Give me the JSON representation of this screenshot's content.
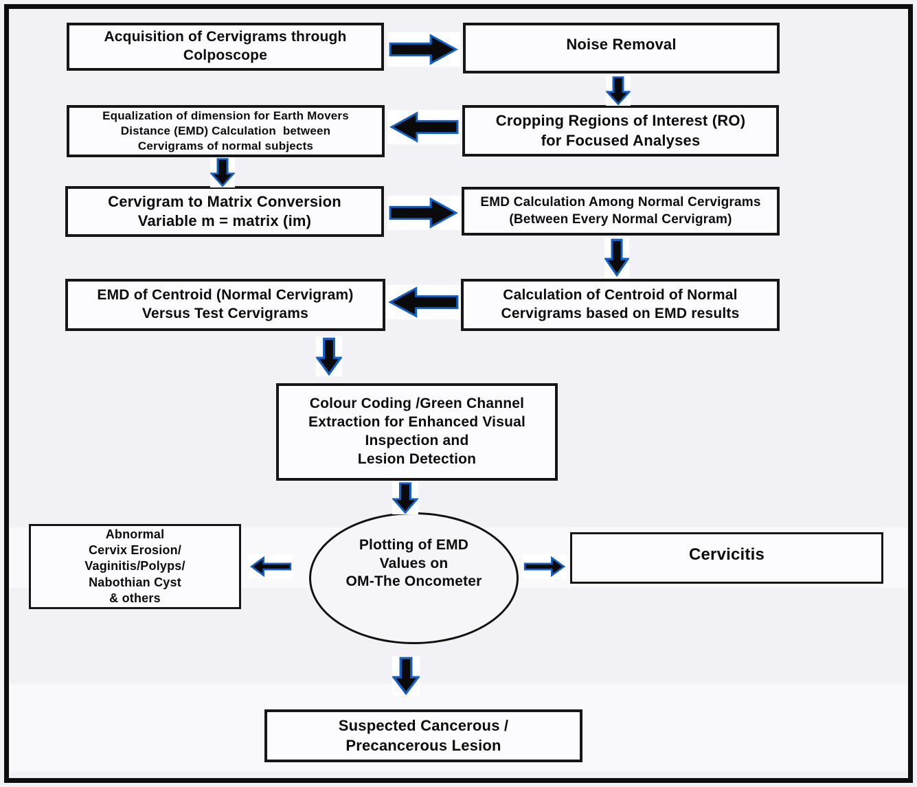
{
  "diagram": {
    "title": "Cervigram EMD analysis flowchart",
    "background_color": "#f2f1f5",
    "box_fill_color": "#fcfbfd",
    "box_border_color": "#161616",
    "arrow_fill_color": "#0a0a0a",
    "arrow_outline_color": "#1460c4",
    "icons": {
      "arrow-right-icon": "➡",
      "arrow-left-icon": "⬅",
      "arrow-down-icon": "⬇"
    },
    "nodes": {
      "acquisition": {
        "text": "Acquisition of Cervigrams through\nColposcope"
      },
      "noise_removal": {
        "text": "Noise Removal"
      },
      "equalization": {
        "text": "Equalization of dimension for Earth Movers\nDistance (EMD) Calculation  between\nCervigrams of normal subjects"
      },
      "cropping": {
        "text": "Cropping Regions of Interest (RO)\nfor Focused Analyses"
      },
      "matrix_conversion": {
        "text": "Cervigram to Matrix Conversion\nVariable m = matrix (im)"
      },
      "emd_calculation": {
        "text": "EMD Calculation Among Normal Cervigrams\n(Between Every Normal Cervigram)"
      },
      "emd_centroid_vs_test": {
        "text": "EMD of Centroid (Normal Cervigram)\nVersus Test Cervigrams"
      },
      "centroid_calculation": {
        "text": "Calculation of Centroid of Normal\nCervigrams based on EMD results"
      },
      "colour_coding": {
        "text": "Colour Coding /Green Channel\nExtraction for Enhanced Visual\nInspection and\nLesion Detection"
      },
      "oncometer_plot": {
        "text": "Plotting of EMD\nValues on\nOM-The Oncometer"
      },
      "abnormal": {
        "text": "Abnormal\nCervix Erosion/\nVaginitis/Polyps/\nNabothian Cyst\n& others"
      },
      "cervicitis": {
        "text": "Cervicitis"
      },
      "suspected": {
        "text": "Suspected Cancerous /\nPrecancerous Lesion"
      }
    },
    "edges": [
      {
        "from": "acquisition",
        "to": "noise_removal",
        "direction": "right"
      },
      {
        "from": "noise_removal",
        "to": "cropping",
        "direction": "down"
      },
      {
        "from": "cropping",
        "to": "equalization",
        "direction": "left"
      },
      {
        "from": "equalization",
        "to": "matrix_conversion",
        "direction": "down"
      },
      {
        "from": "matrix_conversion",
        "to": "emd_calculation",
        "direction": "right"
      },
      {
        "from": "emd_calculation",
        "to": "centroid_calculation",
        "direction": "down"
      },
      {
        "from": "centroid_calculation",
        "to": "emd_centroid_vs_test",
        "direction": "left"
      },
      {
        "from": "emd_centroid_vs_test",
        "to": "colour_coding",
        "direction": "down"
      },
      {
        "from": "colour_coding",
        "to": "oncometer_plot",
        "direction": "down"
      },
      {
        "from": "oncometer_plot",
        "to": "abnormal",
        "direction": "left"
      },
      {
        "from": "oncometer_plot",
        "to": "cervicitis",
        "direction": "right"
      },
      {
        "from": "oncometer_plot",
        "to": "suspected",
        "direction": "down"
      }
    ]
  }
}
